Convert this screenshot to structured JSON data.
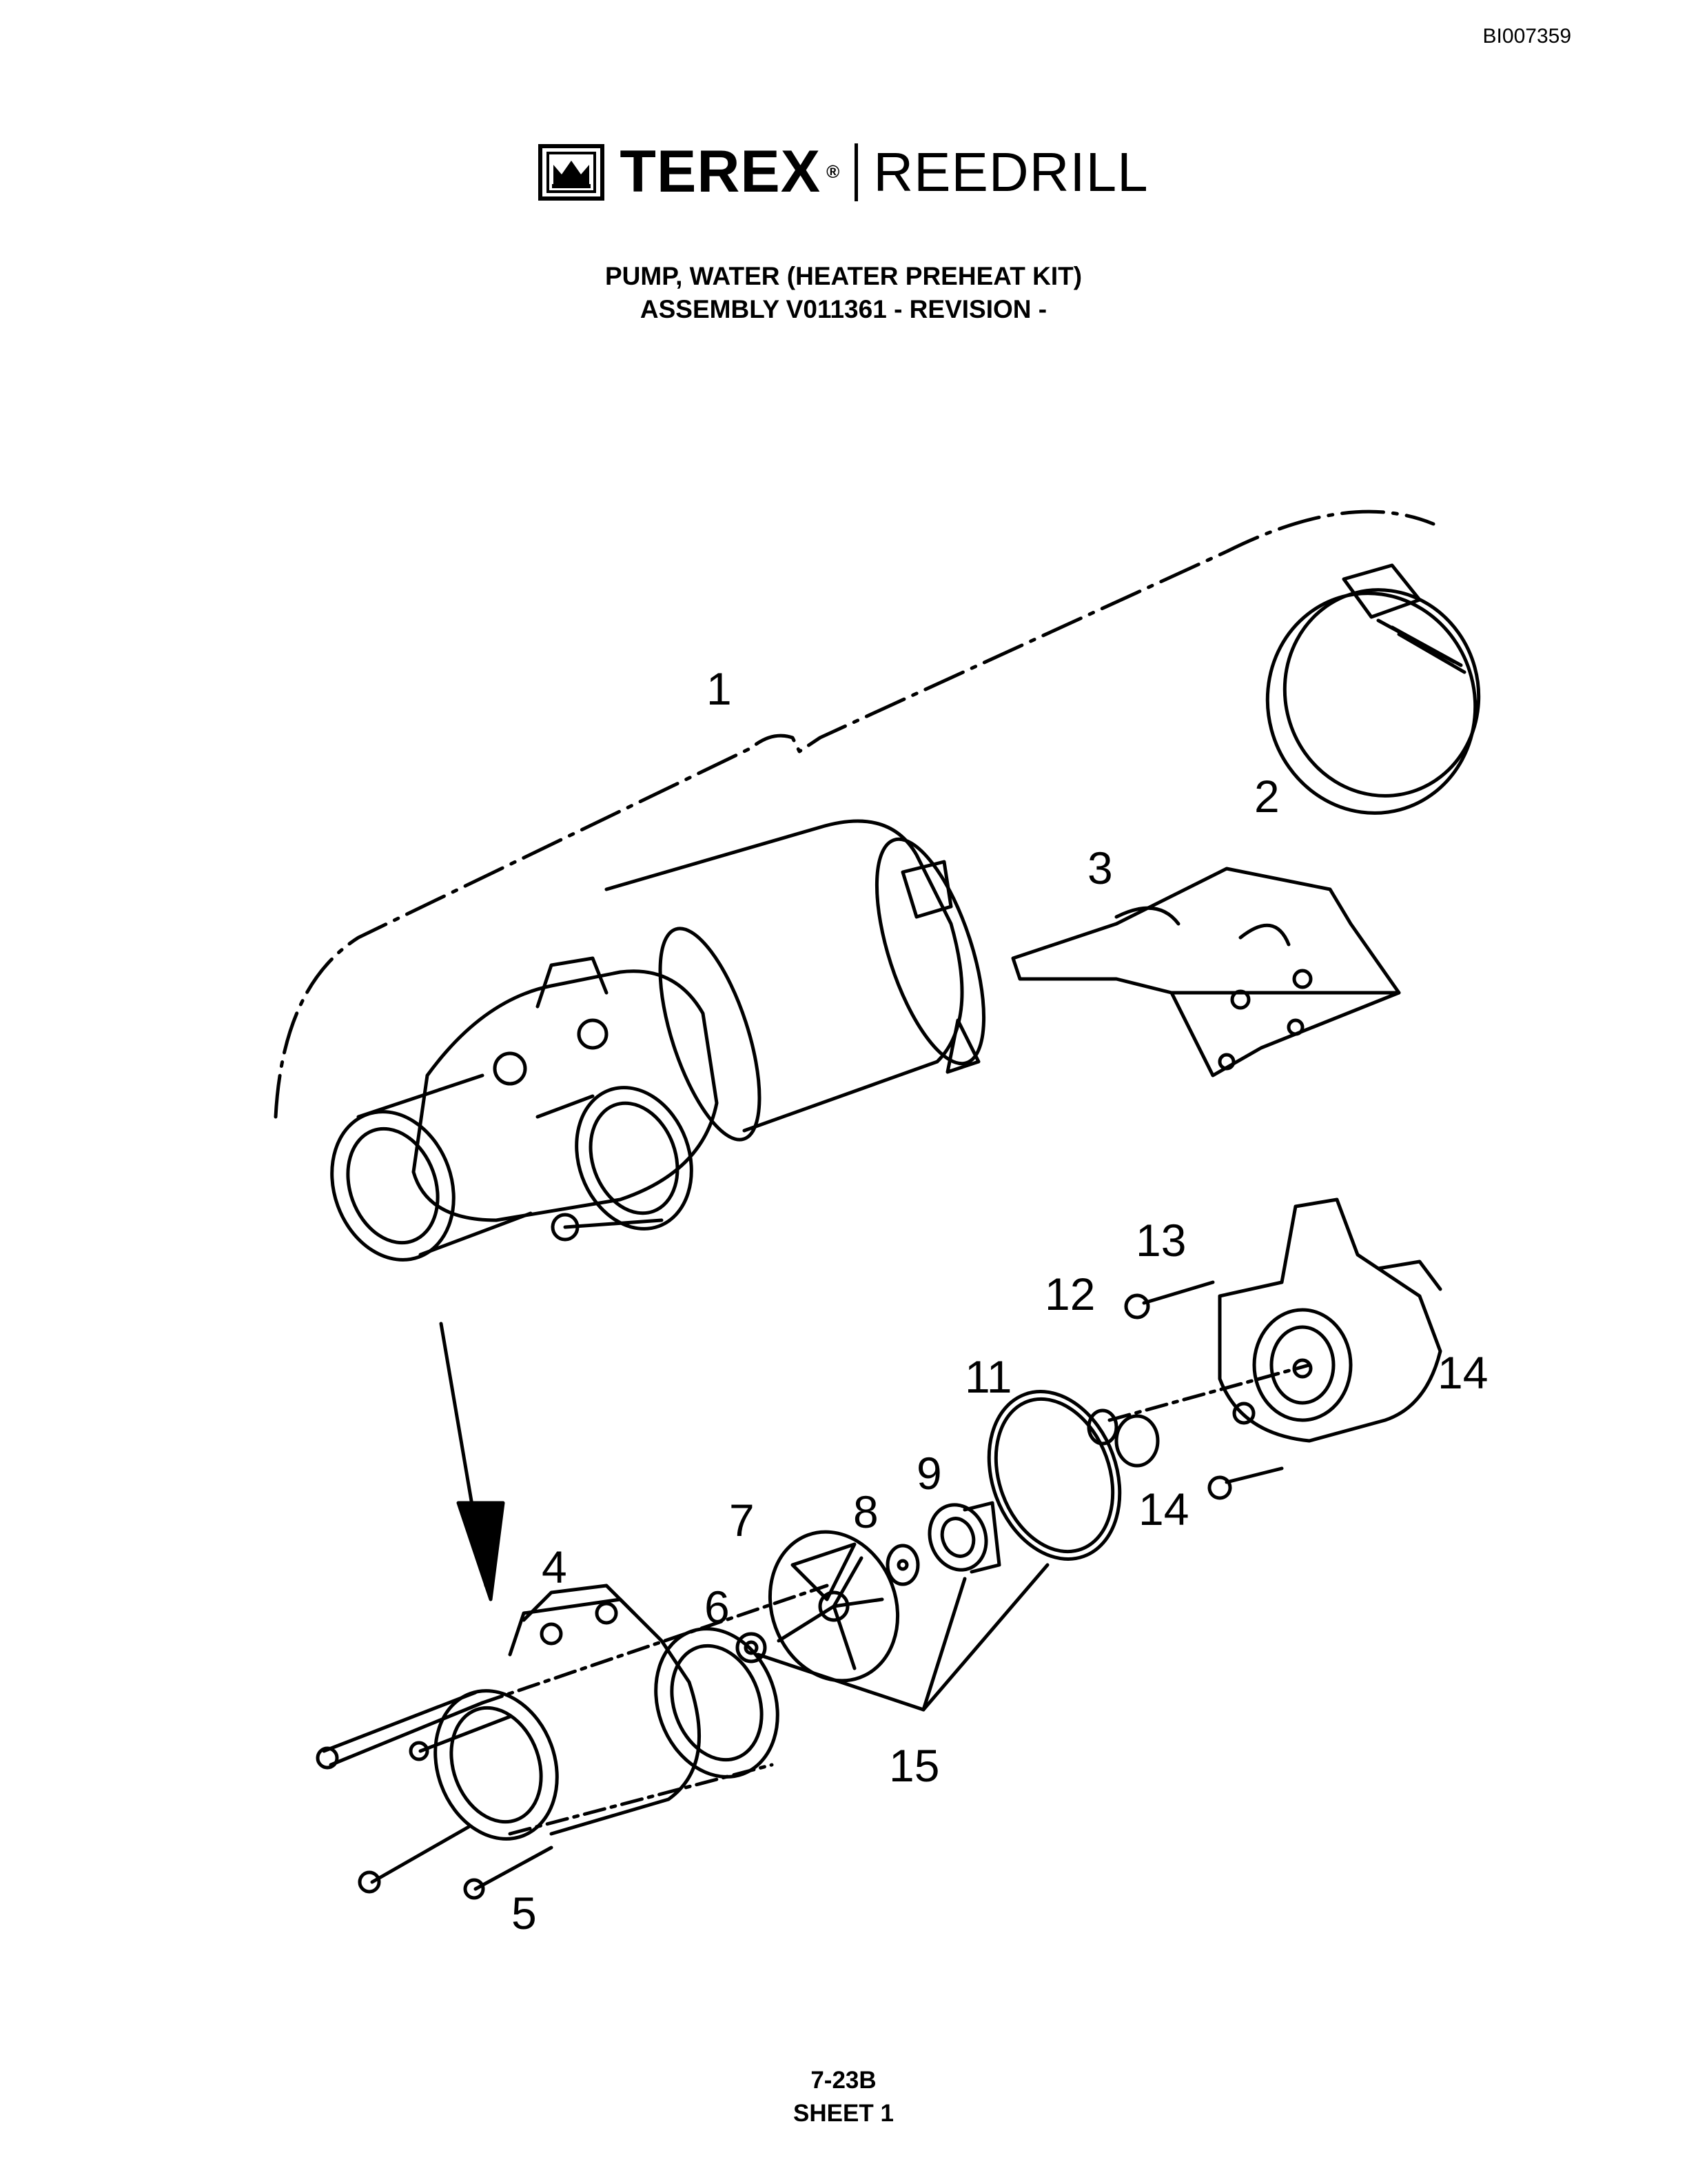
{
  "header": {
    "document_id": "BI007359",
    "brand": {
      "name": "TEREX",
      "registered_mark": "®",
      "subbrand": "REEDRILL",
      "logo_icon": "terex-crown-logo"
    }
  },
  "title": {
    "line1": "PUMP, WATER (HEATER PREHEAT KIT)",
    "line2": "ASSEMBLY V011361 - REVISION -"
  },
  "diagram": {
    "type": "exploded-parts-view",
    "callouts": {
      "c1": "1",
      "c2": "2",
      "c3": "3",
      "c4": "4",
      "c5": "5",
      "c6": "6",
      "c7": "7",
      "c8": "8",
      "c9": "9",
      "c11": "11",
      "c12": "12",
      "c13": "13",
      "c14a": "14",
      "c14b": "14",
      "c15": "15"
    }
  },
  "footer": {
    "page": "7-23B",
    "sheet": "SHEET 1"
  }
}
